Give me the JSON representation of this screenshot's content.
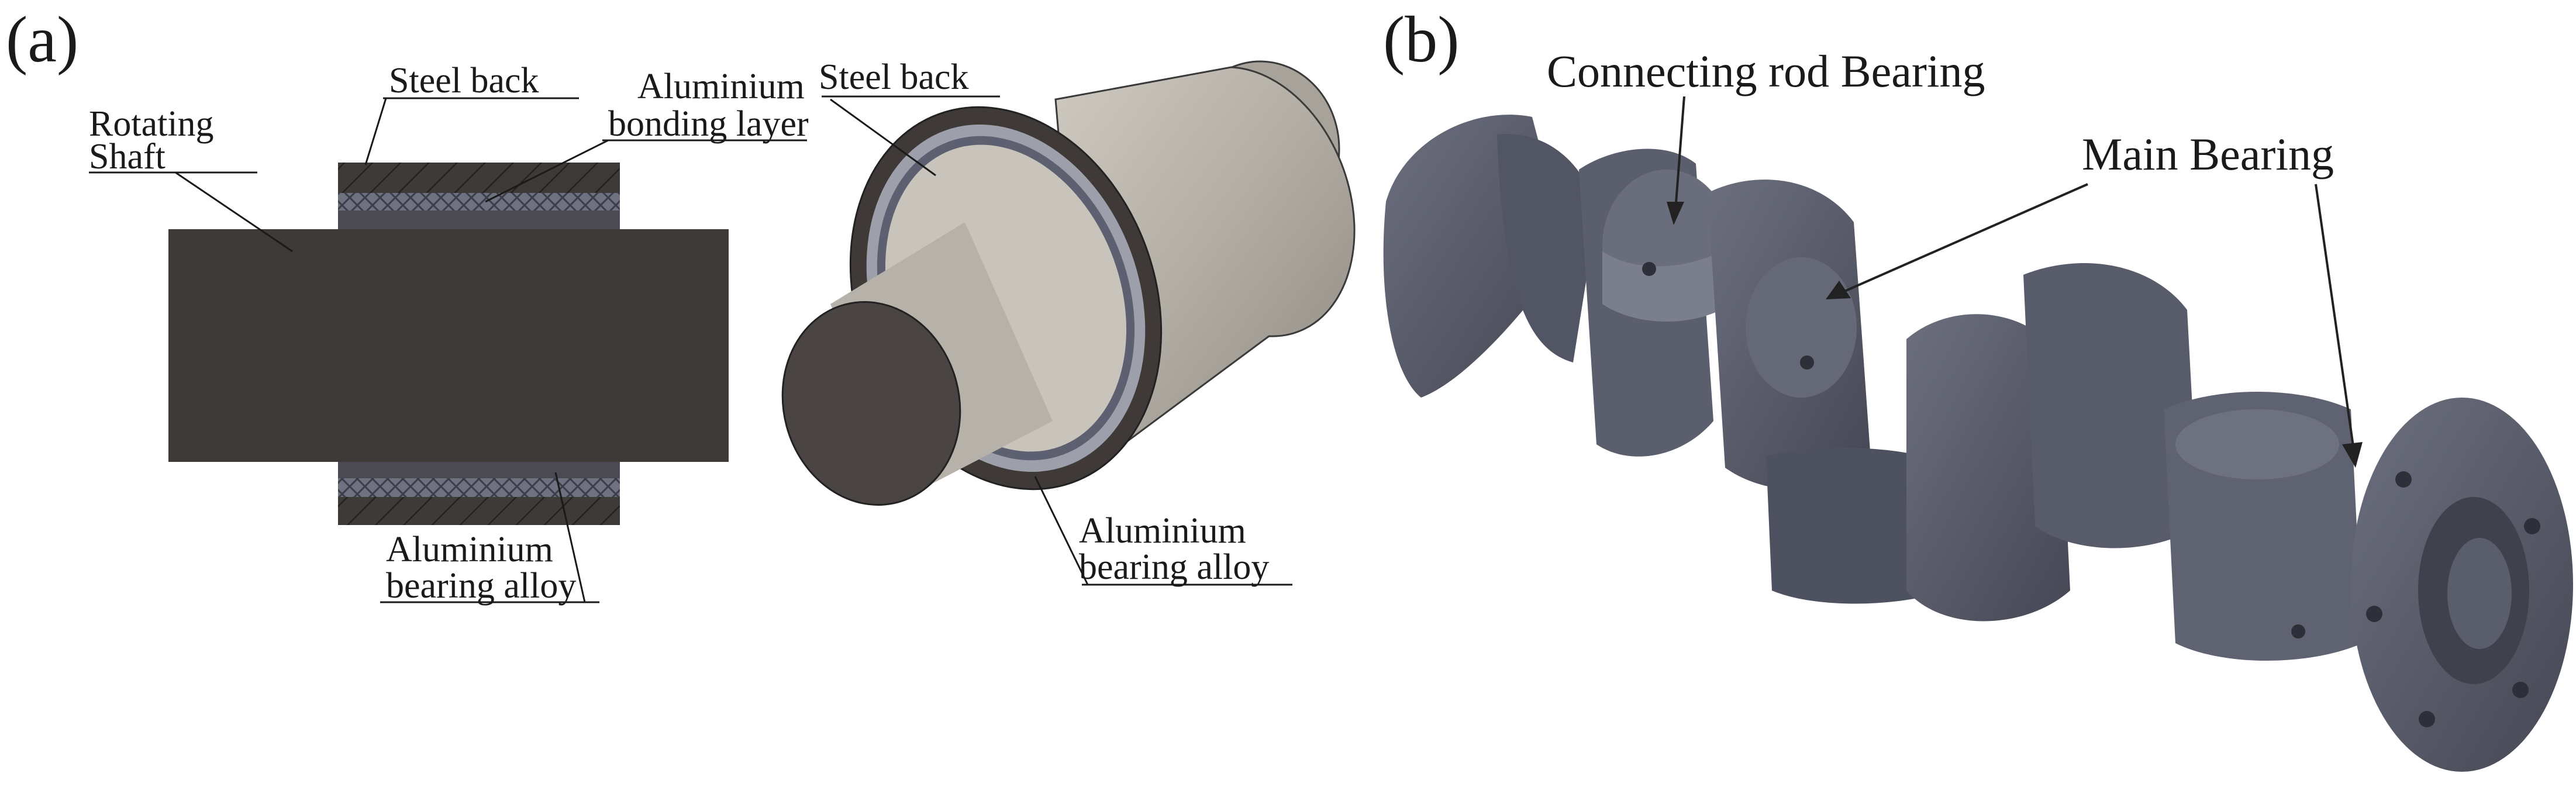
{
  "panel_a": {
    "label": "(a)",
    "section": {
      "rotating_shaft_line1": "Rotating",
      "rotating_shaft_line2": "Shaft",
      "steel_back": "Steel back",
      "bonding_layer_line1": "Aluminium",
      "bonding_layer_line2": "bonding layer",
      "bearing_alloy_line1": "Aluminium",
      "bearing_alloy_line2": "bearing alloy"
    },
    "iso": {
      "steel_back": "Steel back",
      "bearing_alloy_line1": "Aluminium",
      "bearing_alloy_line2": "bearing alloy"
    }
  },
  "panel_b": {
    "label": "(b)",
    "connecting_rod_bearing": "Connecting rod Bearing",
    "main_bearing": "Main Bearing"
  },
  "colors": {
    "shaft_dark": "#3e3a38",
    "steel_back": "#b1aca3",
    "bonding_layer": "#6e7180",
    "bearing_alloy": "#787c8c",
    "crankshaft": "#5a5d6b",
    "line": "#1a1a1a"
  }
}
